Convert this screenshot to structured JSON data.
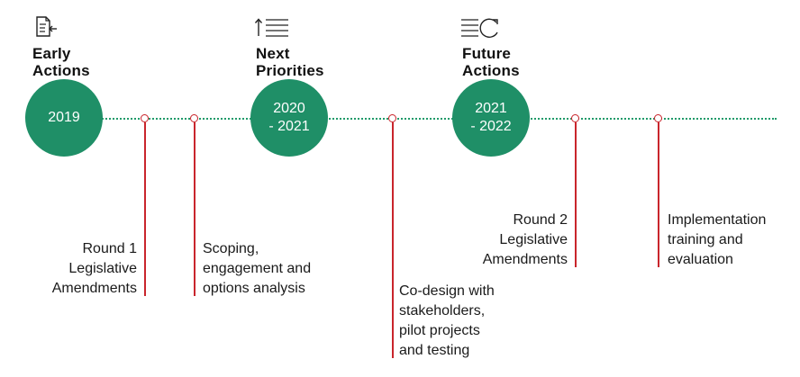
{
  "phases": [
    {
      "title_line1": "Early",
      "title_line2": "Actions",
      "icon": "document-arrow-icon"
    },
    {
      "title_line1": "Next",
      "title_line2": "Priorities",
      "icon": "arrow-list-icon"
    },
    {
      "title_line1": "Future",
      "title_line2": "Actions",
      "icon": "list-refresh-icon"
    }
  ],
  "years": [
    {
      "line1": "2019"
    },
    {
      "line1": "2020",
      "line2": "- 2021"
    },
    {
      "line1": "2021",
      "line2": "- 2022"
    }
  ],
  "milestones": [
    {
      "lines": [
        "Round 1",
        "Legislative",
        "Amendments"
      ]
    },
    {
      "lines": [
        "Scoping,",
        "engagement and",
        "options analysis"
      ]
    },
    {
      "lines": [
        "Co-design with",
        "stakeholders,",
        "pilot projects",
        "and testing"
      ]
    },
    {
      "lines": [
        "Round 2",
        "Legislative",
        "Amendments"
      ]
    },
    {
      "lines": [
        "Implementation",
        "training and",
        "evaluation"
      ]
    }
  ],
  "colors": {
    "circle": "#1f8f67",
    "timeline": "#1f9a6a",
    "marker": "#c9252c"
  }
}
